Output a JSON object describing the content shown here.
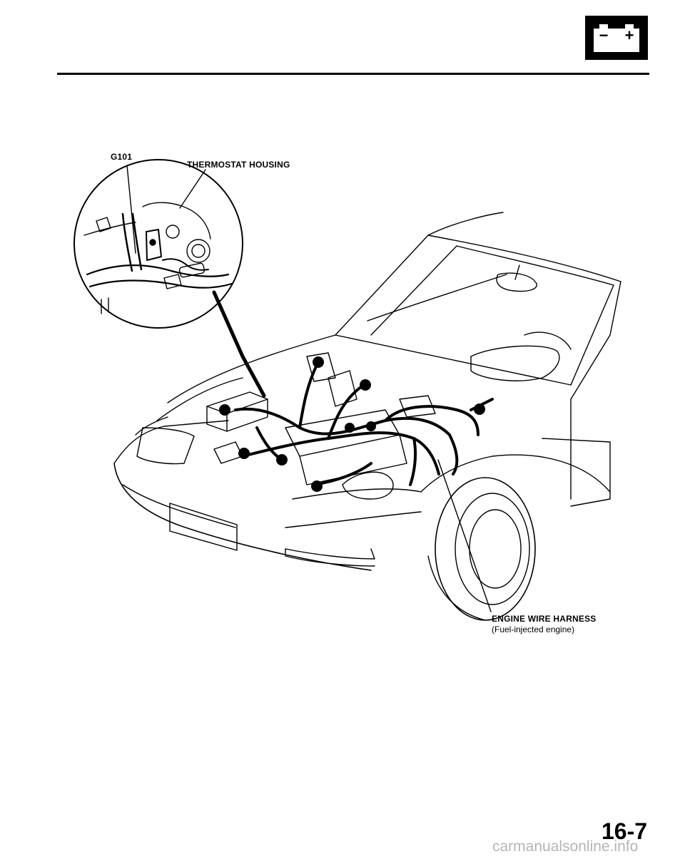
{
  "header": {
    "icon": "battery-icon",
    "battery_minus": "−",
    "battery_plus": "+"
  },
  "figure": {
    "labels": {
      "g101": "G101",
      "thermostat_housing": "THERMOSTAT HOUSING",
      "engine_wire_harness": "ENGINE WIRE HARNESS",
      "engine_wire_harness_note": "(Fuel-injected engine)"
    }
  },
  "footer": {
    "page_number": "16-7",
    "watermark": "carmanualsonline.info"
  }
}
